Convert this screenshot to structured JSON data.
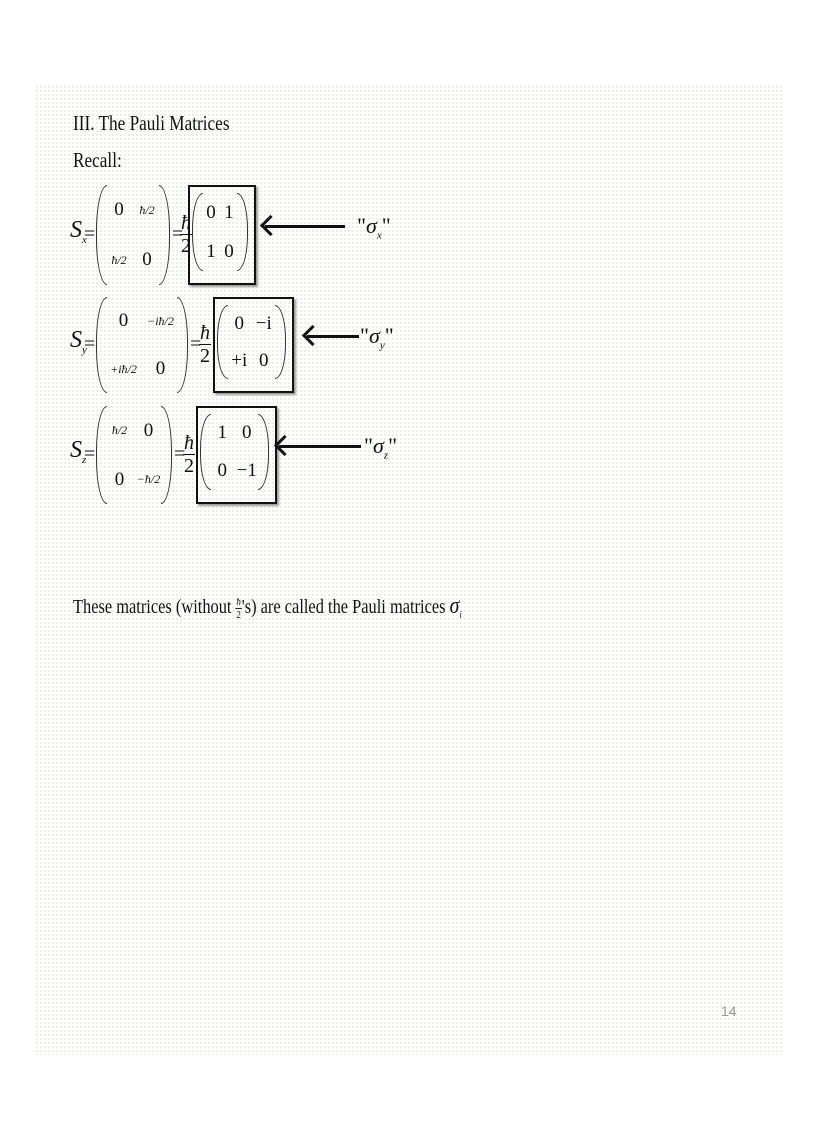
{
  "title": "III. The Pauli Matrices",
  "recall": "Recall:",
  "equations": [
    {
      "op": "S",
      "sub": "x",
      "left": [
        [
          "0",
          "ħ/2"
        ],
        [
          "ħ/2",
          "0"
        ]
      ],
      "equals": "=",
      "prefactor_num": "ħ",
      "prefactor_den": "2",
      "pauli": [
        [
          "0",
          "1"
        ],
        [
          "1",
          "0"
        ]
      ],
      "label": "σ",
      "label_sub": "x"
    },
    {
      "op": "S",
      "sub": "y",
      "left": [
        [
          "0",
          "−iħ/2"
        ],
        [
          "+iħ/2",
          "0"
        ]
      ],
      "equals": "=",
      "prefactor_num": "ħ",
      "prefactor_den": "2",
      "pauli": [
        [
          "0",
          "−i"
        ],
        [
          "+i",
          "0"
        ]
      ],
      "label": "σ",
      "label_sub": "y"
    },
    {
      "op": "S",
      "sub": "z",
      "left": [
        [
          "ħ/2",
          "0"
        ],
        [
          "0",
          "−ħ/2"
        ]
      ],
      "equals": "=",
      "prefactor_num": "ħ",
      "prefactor_den": "2",
      "pauli": [
        [
          "1",
          "0"
        ],
        [
          "0",
          "−1"
        ]
      ],
      "label": "σ",
      "label_sub": "z"
    }
  ],
  "footer": {
    "text1": "These matrices (without ",
    "frac_num": "ħ",
    "frac_den": "2",
    "text2": "'s) are called the Pauli matrices ",
    "symbol": "σ",
    "symbol_sub": "i"
  },
  "page_number": "14"
}
